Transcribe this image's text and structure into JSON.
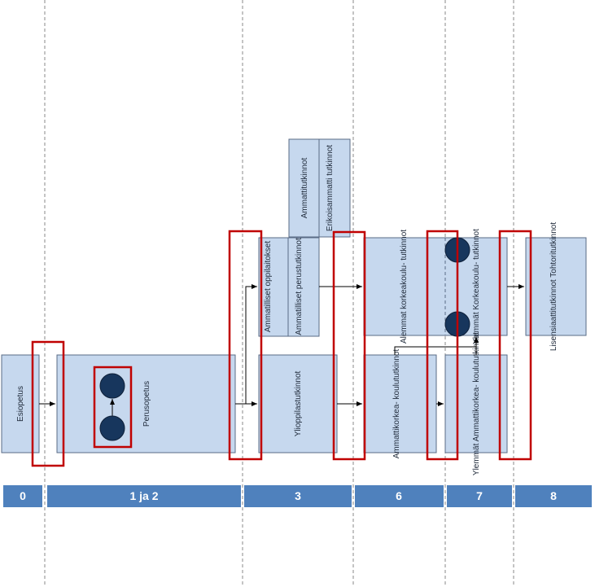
{
  "boxes": {
    "esiopetus": "Esiopetus",
    "perusopetus": "Perusopetus",
    "ammatilliset_oppilaitokset": "Ammatilliset oppilaitokset",
    "ammatilliset_perustutkinnot": "Ammatilliset perustutkinnot",
    "ammattitutkinnot": "Ammattitutkinnot",
    "erikoisammattitutkinnot": "Erikoisammatti tutkinnot",
    "ylioppilastutkinnot": "Ylioppilastutkinnot",
    "alemmat_korkeakoulututkinnot": "Alemmat korkeakoulu- tutkinnot",
    "ammattikorkeakoulututkinnot": "Ammattikorkea- koulututkinnot",
    "ylemmat_korkeakoulututkinnot": "Ylemmät Korkeakoulu- tutkinnot",
    "ylemmat_ammattikorkeakoulututkinnot": "Ylemmät Ammattikorkea- koulututkinnot",
    "lisensiaatti_tohtori": "Lisensiaattitutkinnot Tohtoritutkinnot"
  },
  "levels": [
    "0",
    "1 ja 2",
    "3",
    "6",
    "7",
    "8"
  ],
  "colors": {
    "box_fill": "#c6d8ee",
    "box_border": "#5a6b86",
    "level_bar": "#4f81bd",
    "highlight": "#c00000",
    "node": "#17365d"
  }
}
